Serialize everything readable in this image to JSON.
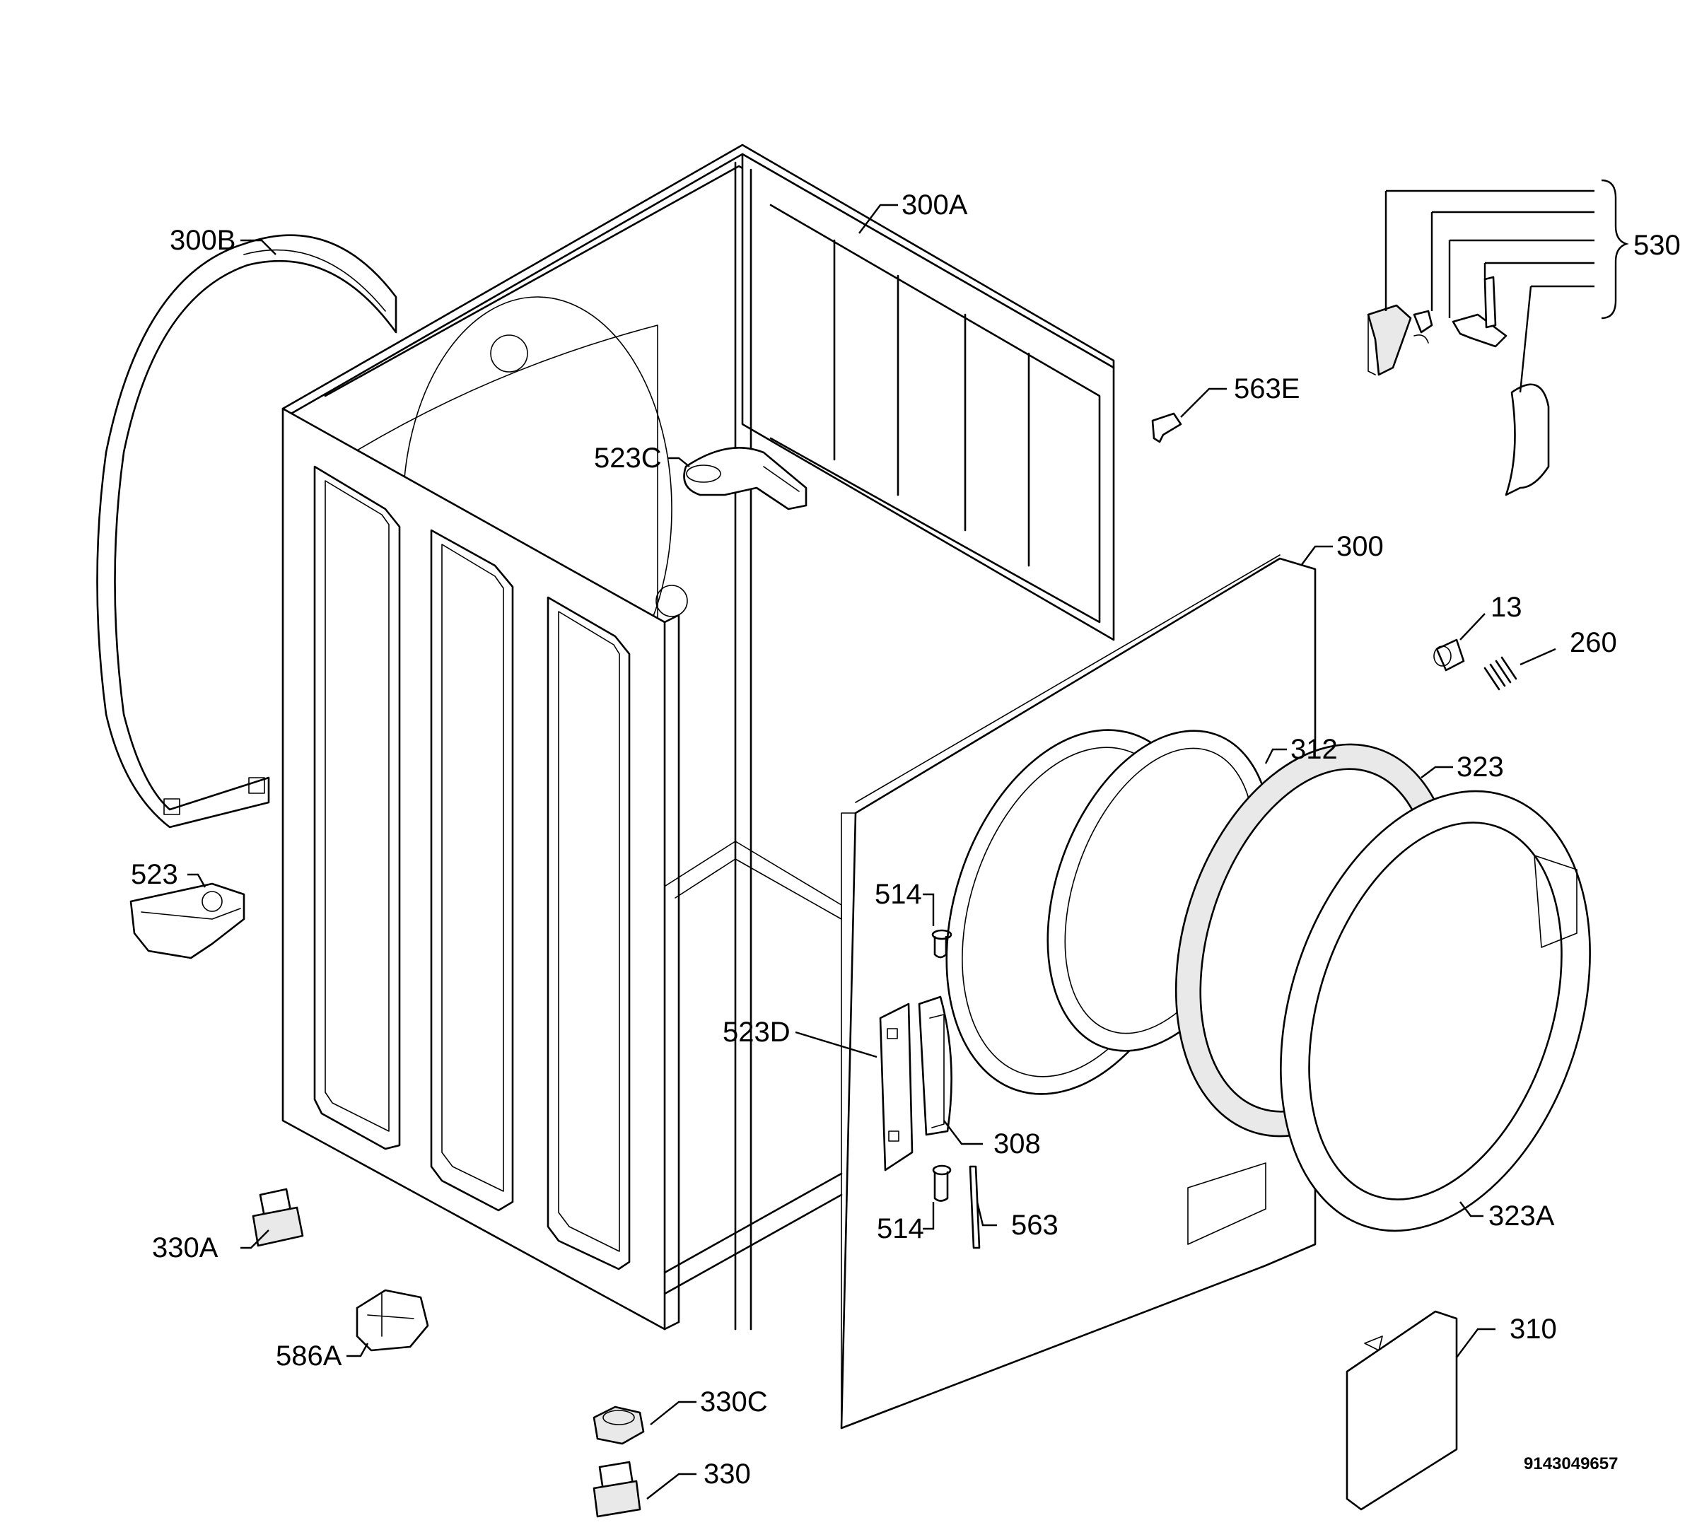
{
  "labels": {
    "l300A": "300A",
    "l300B": "300B",
    "l530": "530",
    "l563E": "563E",
    "l523C": "523C",
    "l300": "300",
    "l13": "13",
    "l260": "260",
    "l312": "312",
    "l323": "323",
    "l523": "523",
    "l514a": "514",
    "l523D": "523D",
    "l308": "308",
    "l514b": "514",
    "l563": "563",
    "l323A": "323A",
    "l330A": "330A",
    "l586A": "586A",
    "l310": "310",
    "l330C": "330C",
    "l330": "330"
  },
  "drawing_code": "9143049657"
}
